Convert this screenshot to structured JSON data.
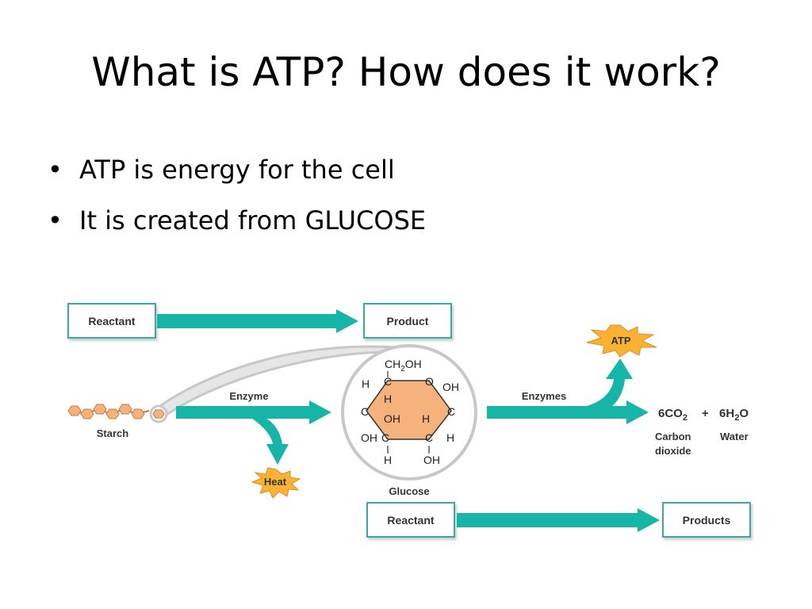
{
  "title": "What is ATP? How does it work?",
  "bullets": [
    "ATP is energy for the cell",
    "It is created from GLUCOSE"
  ],
  "diagram": {
    "top_reactant": "Reactant",
    "top_product": "Product",
    "starch": "Starch",
    "enzyme": "Enzyme",
    "heat": "Heat",
    "glucose": "Glucose",
    "enzymes": "Enzymes",
    "atp": "ATP",
    "co2_formula": "6CO",
    "plus": "+",
    "h2o_formula": "6H",
    "h2o_tail": "O",
    "subscript_2": "2",
    "carbon_line1": "Carbon",
    "carbon_line2": "dioxide",
    "water": "Water",
    "bottom_reactant": "Reactant",
    "bottom_products": "Products",
    "glucose_atoms": {
      "ch2oh": "CH",
      "ch2oh_tail": "OH",
      "o": "O",
      "oh": "OH",
      "h": "H",
      "c": "C",
      "oh_left": "OH"
    }
  },
  "colors": {
    "arrow": "#17b5a8",
    "box_border": "#3aa99d",
    "ring_fill": "#f6b27c",
    "star_fill": "#f9b233",
    "circle_stroke": "#c8c8c8"
  }
}
